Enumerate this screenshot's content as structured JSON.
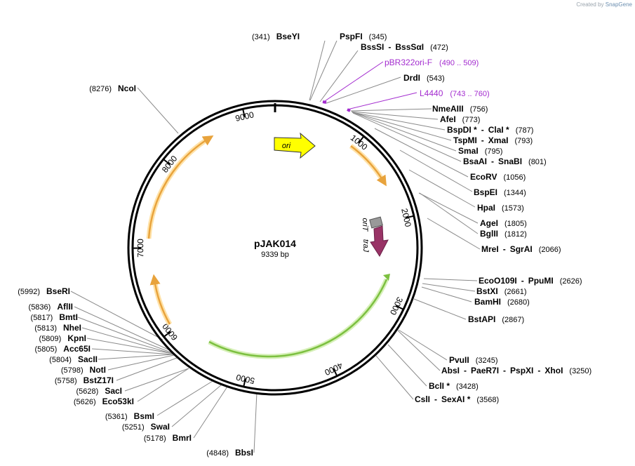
{
  "credit": {
    "prefix": "Created by",
    "brand": "SnapGene"
  },
  "plasmid": {
    "name": "pJAK014",
    "length_label": "9339 bp",
    "length": 9339
  },
  "ticks": [
    "1000",
    "2000",
    "3000",
    "4000",
    "5000",
    "6000",
    "7000",
    "8000",
    "9000"
  ],
  "features": [
    {
      "name": "ori",
      "color": "#ffff00",
      "label": "ori"
    },
    {
      "name": "oriT",
      "color": "#999999",
      "label": "oriT"
    },
    {
      "name": "traJ",
      "color": "#993366",
      "label": "traJ"
    }
  ],
  "sites": [
    {
      "enzyme": "BseYI",
      "pos": "(341)"
    },
    {
      "enzyme": "PspFI",
      "pos": "(345)"
    },
    {
      "enzyme": "BssSI",
      "sep": "-",
      "enzyme2": "BssSαI",
      "pos": "(472)"
    },
    {
      "enzyme": "DrdI",
      "pos": "(543)"
    },
    {
      "enzyme": "NmeAIII",
      "pos": "(756)"
    },
    {
      "enzyme": "AfeI",
      "pos": "(773)"
    },
    {
      "enzyme": "BspDI *",
      "sep": "-",
      "enzyme2": "ClaI *",
      "pos": "(787)"
    },
    {
      "enzyme": "TspMI",
      "sep": "-",
      "enzyme2": "XmaI",
      "pos": "(793)"
    },
    {
      "enzyme": "SmaI",
      "pos": "(795)"
    },
    {
      "enzyme": "BsaAI",
      "sep": "-",
      "enzyme2": "SnaBI",
      "pos": "(801)"
    },
    {
      "enzyme": "EcoRV",
      "pos": "(1056)"
    },
    {
      "enzyme": "BspEI",
      "pos": "(1344)"
    },
    {
      "enzyme": "HpaI",
      "pos": "(1573)"
    },
    {
      "enzyme": "AgeI",
      "pos": "(1805)"
    },
    {
      "enzyme": "BglII",
      "pos": "(1812)"
    },
    {
      "enzyme": "MreI",
      "sep": "-",
      "enzyme2": "SgrAI",
      "pos": "(2066)"
    },
    {
      "enzyme": "EcoO109I",
      "sep": "-",
      "enzyme2": "PpuMI",
      "pos": "(2626)"
    },
    {
      "enzyme": "BstXI",
      "pos": "(2661)"
    },
    {
      "enzyme": "BamHI",
      "pos": "(2680)"
    },
    {
      "enzyme": "BstAPI",
      "pos": "(2867)"
    },
    {
      "enzyme": "PvuII",
      "pos": "(3245)"
    },
    {
      "enzyme": "AbsI",
      "sep": "-",
      "enzyme2": "PaeR7I",
      "sep2": "-",
      "enzyme3": "PspXI",
      "sep3": "-",
      "enzyme4": "XhoI",
      "pos": "(3250)"
    },
    {
      "enzyme": "BclI *",
      "pos": "(3428)"
    },
    {
      "enzyme": "CslI",
      "sep": "-",
      "enzyme2": "SexAI *",
      "pos": "(3568)"
    },
    {
      "enzyme": "BbsI",
      "pos": "(4848)"
    },
    {
      "enzyme": "BmrI",
      "pos": "(5178)"
    },
    {
      "enzyme": "SwaI",
      "pos": "(5251)"
    },
    {
      "enzyme": "BsmI",
      "pos": "(5361)"
    },
    {
      "enzyme": "Eco53kI",
      "pos": "(5626)"
    },
    {
      "enzyme": "SacI",
      "pos": "(5628)"
    },
    {
      "enzyme": "BstZ17I",
      "pos": "(5758)"
    },
    {
      "enzyme": "NotI",
      "pos": "(5798)"
    },
    {
      "enzyme": "SacII",
      "pos": "(5804)"
    },
    {
      "enzyme": "Acc65I",
      "pos": "(5805)"
    },
    {
      "enzyme": "KpnI",
      "pos": "(5809)"
    },
    {
      "enzyme": "NheI",
      "pos": "(5813)"
    },
    {
      "enzyme": "BmtI",
      "pos": "(5817)"
    },
    {
      "enzyme": "AflII",
      "pos": "(5836)"
    },
    {
      "enzyme": "BseRI",
      "pos": "(5992)"
    },
    {
      "enzyme": "NcoI",
      "pos": "(8276)"
    }
  ],
  "primers": [
    {
      "name": "pBR322ori-F",
      "range": "(490 .. 509)"
    },
    {
      "name": "L4440",
      "range": "(743 .. 760)"
    }
  ],
  "colors": {
    "orf_orange": "#e8a33c",
    "orf_glow": "#ffe2a8",
    "orf_green": "#7cc040",
    "orf_green_glow": "#d6f0b8",
    "primer": "#a32ccf",
    "backbone": "#000000"
  }
}
